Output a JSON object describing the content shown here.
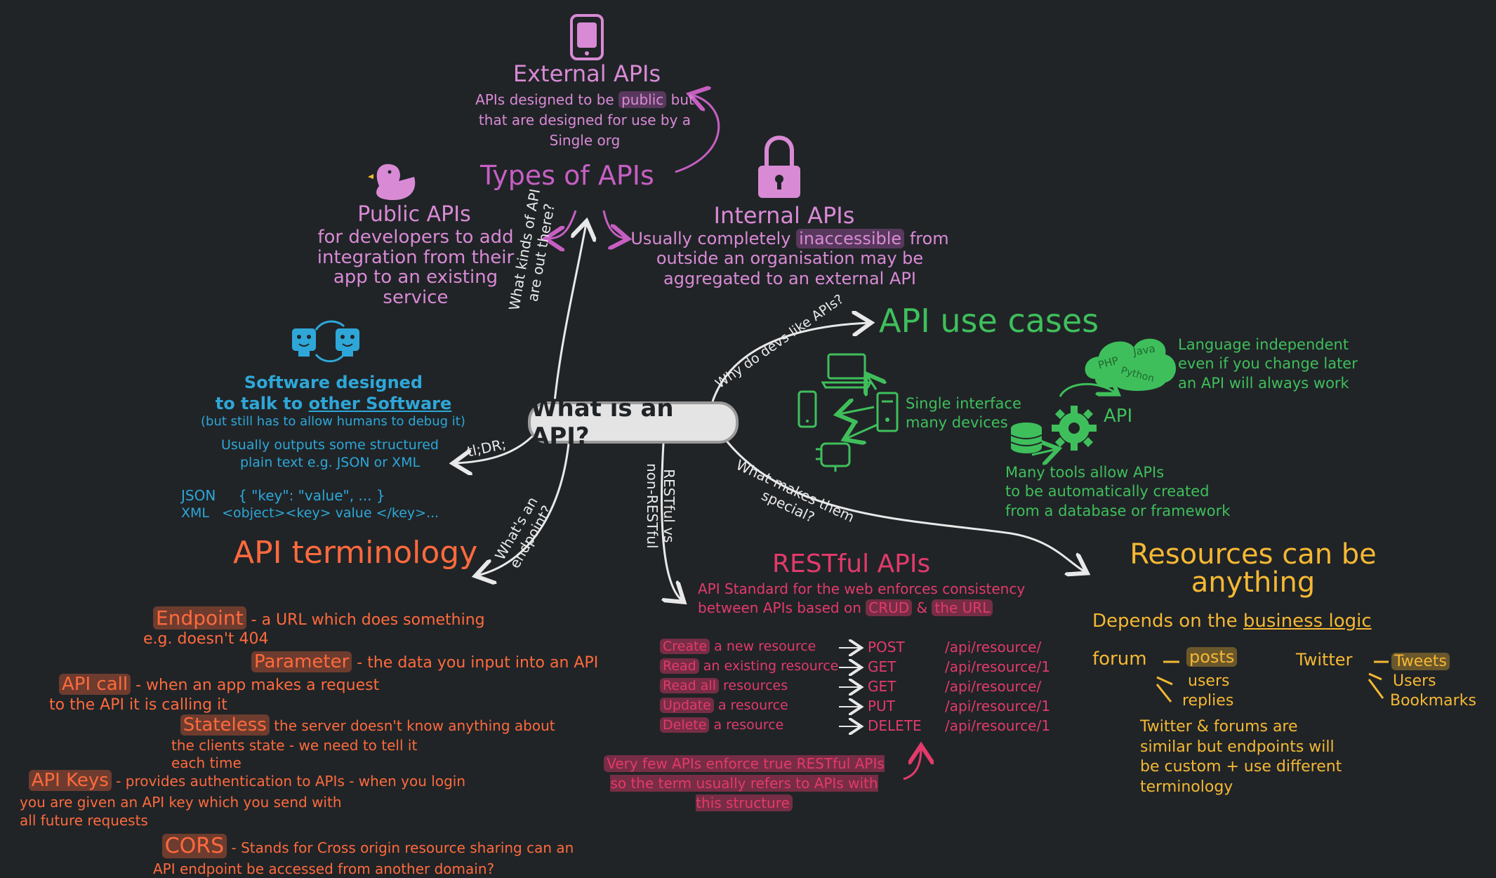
{
  "center": "What is an API?",
  "branches": {
    "types_q": "What kinds of API\nare out there?",
    "tldr": "tl;DR;",
    "endpoint_q": "What's an\nendpoint?",
    "restful_q": "RESTful vs\nnon-RESTful",
    "special_q": "What makes them\nspecial?",
    "devs_q": "Why do devs like APIs?"
  },
  "types": {
    "title": "Types of APIs",
    "external": {
      "title": "External APIs",
      "desc_pre": "APIs designed to be ",
      "desc_hl": "public",
      "desc_post": " but\nthat are designed for use by a\nSingle org"
    },
    "public": {
      "title": "Public APIs",
      "desc": "for developers to add\nintegration from their\napp to an existing\nservice"
    },
    "internal": {
      "title": "Internal APIs",
      "desc_pre": "Usually completely ",
      "desc_hl": "inaccessible",
      "desc_post": " from\noutside an organisation may be\naggregated to an external API"
    }
  },
  "tldr": {
    "title_line1": "Software designed",
    "title_line2_pre": "to talk to ",
    "title_line2_u": "other Software",
    "debug": "(but still has to allow humans to debug it)",
    "outputs": "Usually outputs some structured\nplain text e.g. JSON or XML",
    "json": "JSON     { \"key\": \"value\", ... }",
    "xml": "XML   <object><key> value </key>..."
  },
  "terminology": {
    "title": "API terminology",
    "items": [
      {
        "term": "Endpoint",
        "desc": "a URL which does something\ne.g. doesn't 404"
      },
      {
        "term": "Parameter",
        "desc": "the data you input into an API"
      },
      {
        "term": "API call",
        "desc": "when an app makes a request\nto the API it is calling it"
      },
      {
        "term": "Stateless",
        "desc": "the server doesn't know anything about\nthe clients state - we need to tell it\neach time"
      },
      {
        "term": "API Keys",
        "desc": "provides authentication to APIs - when you login\nyou are given an API key which you send with\nall future requests"
      },
      {
        "term": "CORS",
        "desc": "Stands for Cross origin resource sharing can an\nAPI endpoint be accessed from another domain?"
      }
    ]
  },
  "restful": {
    "title": "RESTful APIs",
    "desc_pre": "API Standard for the web enforces consistency\nbetween APIs based on ",
    "desc_hl1": "CRUD",
    "desc_mid": " & ",
    "desc_hl2": "the URL",
    "rows": [
      {
        "action_hl": "Create",
        "action_rest": " a new resource",
        "method": "POST",
        "url": "/api/resource/"
      },
      {
        "action_hl": "Read",
        "action_rest": " an existing resource",
        "method": "GET",
        "url": "/api/resource/1"
      },
      {
        "action_hl": "Read all",
        "action_rest": " resources",
        "method": "GET",
        "url": "/api/resource/"
      },
      {
        "action_hl": "Update",
        "action_rest": " a resource",
        "method": "PUT",
        "url": "/api/resource/1"
      },
      {
        "action_hl": "Delete",
        "action_rest": " a resource",
        "method": "DELETE",
        "url": "/api/resource/1"
      }
    ],
    "note": "Very few APIs enforce true RESTful APIs\nso the term usually refers to APIs with\nthis structure"
  },
  "use_cases": {
    "title": "API use cases",
    "single": "Single interface\nmany devices",
    "language": "Language independent\neven if you change later\nan API will always work",
    "langs": [
      "PHP",
      "Java",
      "Python"
    ],
    "api_label": "API",
    "tools": "Many tools allow APIs\nto be automatically created\nfrom a database or framework"
  },
  "resources": {
    "title": "Resources can be\nanything",
    "depends_pre": "Depends on the ",
    "depends_u": "business logic",
    "forum": "forum",
    "forum_hl": "posts",
    "forum_items": [
      "users",
      "replies"
    ],
    "twitter": "Twitter",
    "twitter_hl": "Tweets",
    "twitter_items": [
      "Users",
      "Bookmarks"
    ],
    "note": "Twitter & forums are\nsimilar but endpoints will\nbe custom + use different\nterminology"
  }
}
